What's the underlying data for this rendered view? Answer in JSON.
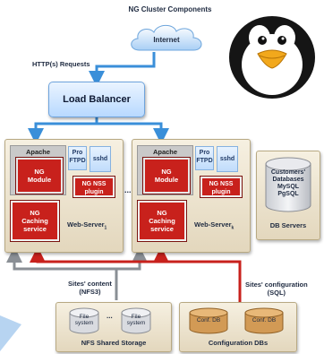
{
  "title": "NG Cluster Components",
  "internet": "Internet",
  "requests_label": "HTTP(s) Requests",
  "load_balancer": "Load Balancer",
  "ellipsis": "...",
  "web_servers": [
    {
      "apache": "Apache",
      "module": [
        "NG",
        "Module"
      ],
      "pro": [
        "Pro",
        "FTPD"
      ],
      "sshd": "sshd",
      "nss": [
        "NG NSS",
        "plugin"
      ],
      "cache": [
        "NG",
        "Caching",
        "service"
      ],
      "name": "Web-Server",
      "subscript": "1"
    },
    {
      "apache": "Apache",
      "module": [
        "NG",
        "Module"
      ],
      "pro": [
        "Pro",
        "FTPD"
      ],
      "sshd": "sshd",
      "nss": [
        "NG NSS",
        "plugin"
      ],
      "cache": [
        "NG",
        "Caching",
        "service"
      ],
      "name": "Web-Server",
      "subscript": "k"
    }
  ],
  "db_servers": {
    "lines": [
      "Customers'",
      "Databases",
      "MySQL",
      "PgSQL"
    ],
    "label": "DB Servers"
  },
  "sites_content": [
    "Sites' content",
    "(NFS3)"
  ],
  "sites_config": [
    "Sites' configuration",
    "(SQL)"
  ],
  "nfs": {
    "label": "NFS Shared Storage",
    "disks": [
      [
        "File",
        "system"
      ],
      [
        "File",
        "system"
      ]
    ]
  },
  "config_dbs": {
    "label": "Configuration DBs",
    "disks": [
      "Conf. DB",
      "Conf. DB"
    ]
  },
  "colors": {
    "blue_arrow": "#3a8fd9",
    "red": "#c8211c",
    "gray_arrow": "#8a8f95",
    "panel": "#efe6d0"
  }
}
